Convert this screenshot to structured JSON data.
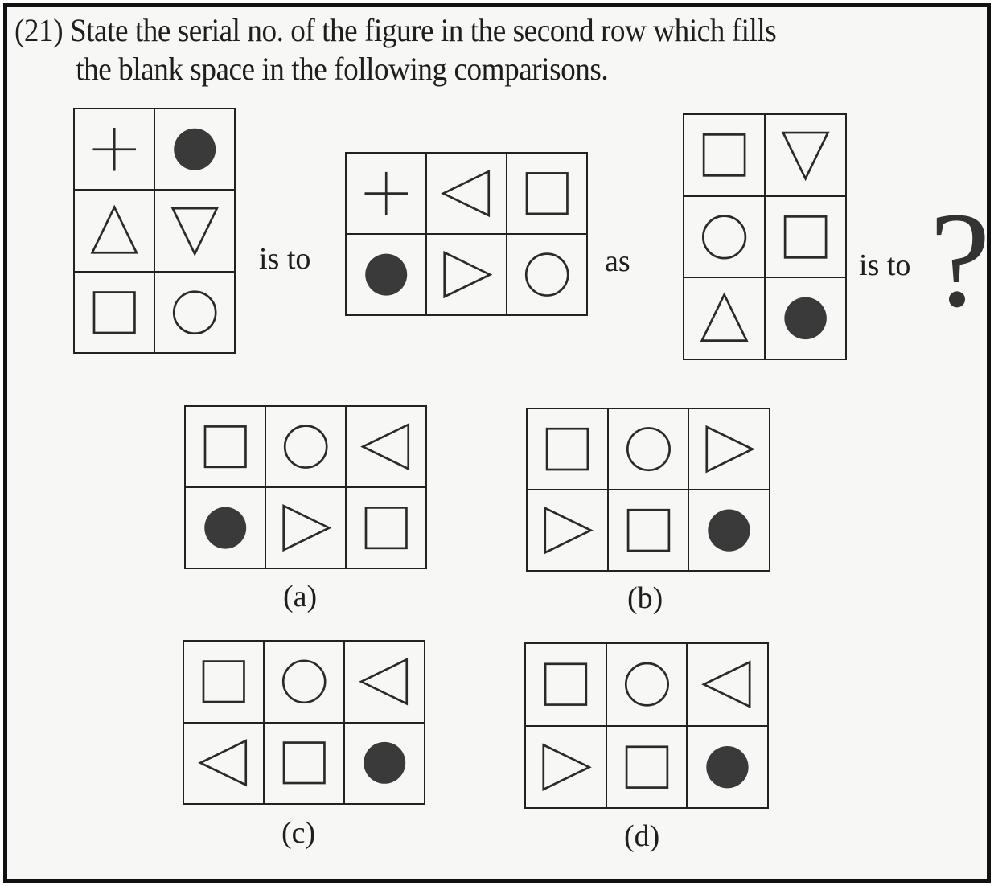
{
  "question": {
    "number": "(21)",
    "line1": "State the serial no. of the figure in the second row which fills",
    "line2": "the blank space in the following comparisons."
  },
  "connectors": {
    "is_to_1": "is to",
    "as": "as",
    "is_to_2": "is to",
    "unknown": "?"
  },
  "figures": {
    "fig1": {
      "cols": 2,
      "cells": [
        "plus",
        "filled-circle",
        "triangle-up",
        "triangle-down",
        "square",
        "circle"
      ]
    },
    "fig2": {
      "cols": 3,
      "cells": [
        "plus",
        "triangle-left",
        "square",
        "filled-circle",
        "triangle-right",
        "circle"
      ]
    },
    "fig3": {
      "cols": 2,
      "cells": [
        "square",
        "triangle-down",
        "circle",
        "square",
        "triangle-up",
        "filled-circle"
      ]
    }
  },
  "options": [
    {
      "label": "(a)",
      "cols": 3,
      "cells": [
        "square",
        "circle",
        "triangle-left",
        "filled-circle",
        "triangle-right",
        "square"
      ]
    },
    {
      "label": "(b)",
      "cols": 3,
      "cells": [
        "square",
        "circle",
        "triangle-right",
        "triangle-right",
        "square",
        "filled-circle"
      ]
    },
    {
      "label": "(c)",
      "cols": 3,
      "cells": [
        "square",
        "circle",
        "triangle-left",
        "triangle-left",
        "square",
        "filled-circle"
      ]
    },
    {
      "label": "(d)",
      "cols": 3,
      "cells": [
        "square",
        "circle",
        "triangle-left",
        "triangle-right",
        "square",
        "filled-circle"
      ]
    }
  ]
}
